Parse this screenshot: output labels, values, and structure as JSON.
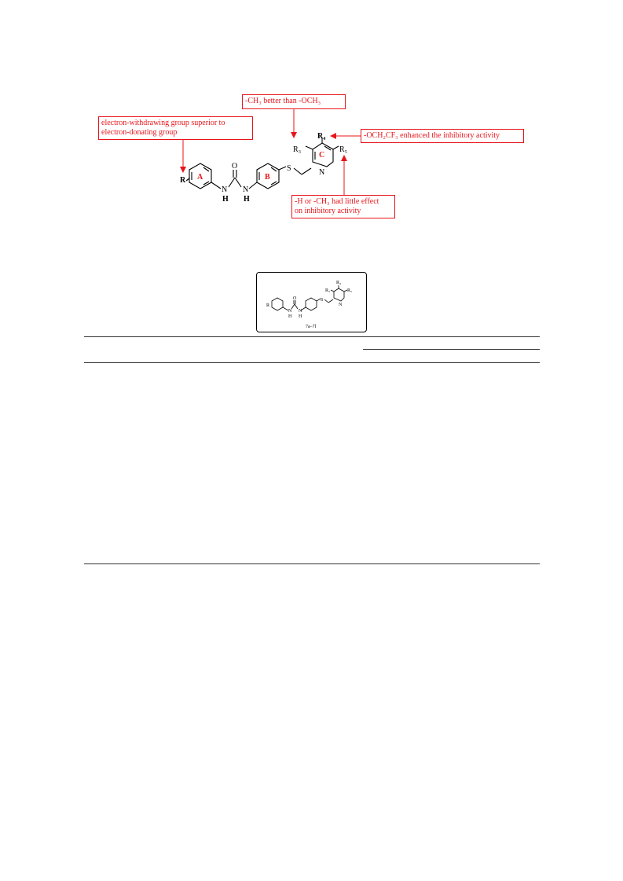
{
  "sar_figure": {
    "callouts": {
      "ring_a": "electron-withdrawing group superior to\nelectron-donating group",
      "r3": "-CH₃ better than -OCH₃",
      "r4": "-OCH₂CF₃ enhanced the inhibitory activity",
      "r5": "-H or -CH₃ had little effect\non inhibitory activity"
    },
    "ring_labels": {
      "a": "A",
      "b": "B",
      "c": "C"
    },
    "atoms": {
      "r": "R",
      "r3": "R₃",
      "r4": "R₄",
      "r5": "R₅",
      "s": "S",
      "n": "N",
      "o": "O",
      "nh": "N",
      "h": "H"
    }
  },
  "inset": {
    "compound_label": "7a–7l",
    "atoms": {
      "r": "R",
      "r3": "R₃",
      "r4": "R₄",
      "r5": "R₅",
      "s": "S",
      "n": "N",
      "o": "O",
      "h": "H"
    }
  },
  "colors": {
    "accent": "#e8141a",
    "ink": "#000000"
  }
}
